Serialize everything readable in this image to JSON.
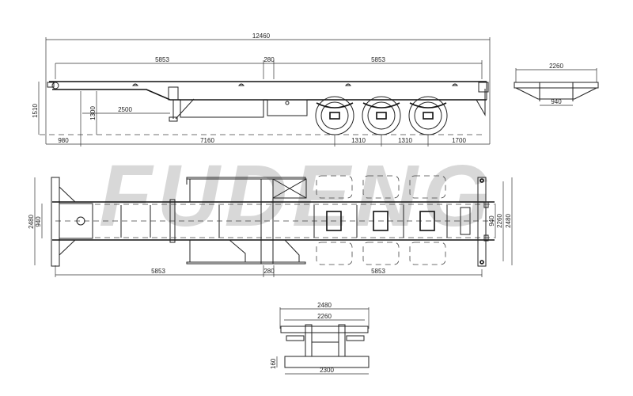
{
  "watermark": "FUDENG",
  "side_view": {
    "overall_length": "12460",
    "front_section": "5853",
    "middle_gap": "280",
    "rear_section": "5853",
    "total_height": "1510",
    "gooseneck_height": "1300",
    "gooseneck_length": "2500",
    "kingpin_offset": "980",
    "kingpin_to_axle": "7160",
    "axle_spacing_1": "1310",
    "axle_spacing_2": "1310",
    "rear_overhang": "1700"
  },
  "rear_end_view": {
    "width": "2260",
    "inner_width": "940"
  },
  "top_view": {
    "front_width_outer": "2480",
    "front_width_inner": "940",
    "front_section": "5853",
    "middle_gap": "280",
    "rear_section": "5853",
    "rear_inner": "940",
    "rear_mid": "2260",
    "rear_outer": "2480"
  },
  "cross_section_view": {
    "overall_width": "2480",
    "twistlock_width": "2260",
    "base_width": "2300",
    "beam_height": "160"
  }
}
